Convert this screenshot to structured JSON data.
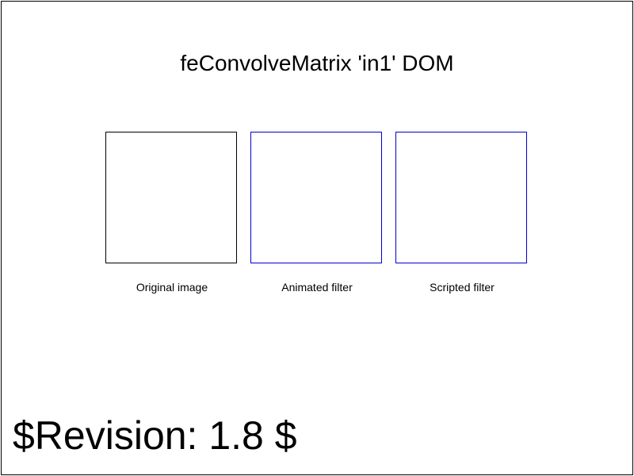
{
  "page": {
    "title": "feConvolveMatrix 'in1' DOM",
    "revision": "$Revision: 1.8 $"
  },
  "panels": [
    {
      "caption": "Original image",
      "border_color": "#000000"
    },
    {
      "caption": "Animated filter",
      "border_color": "#0000cc"
    },
    {
      "caption": "Scripted filter",
      "border_color": "#0000cc"
    }
  ]
}
